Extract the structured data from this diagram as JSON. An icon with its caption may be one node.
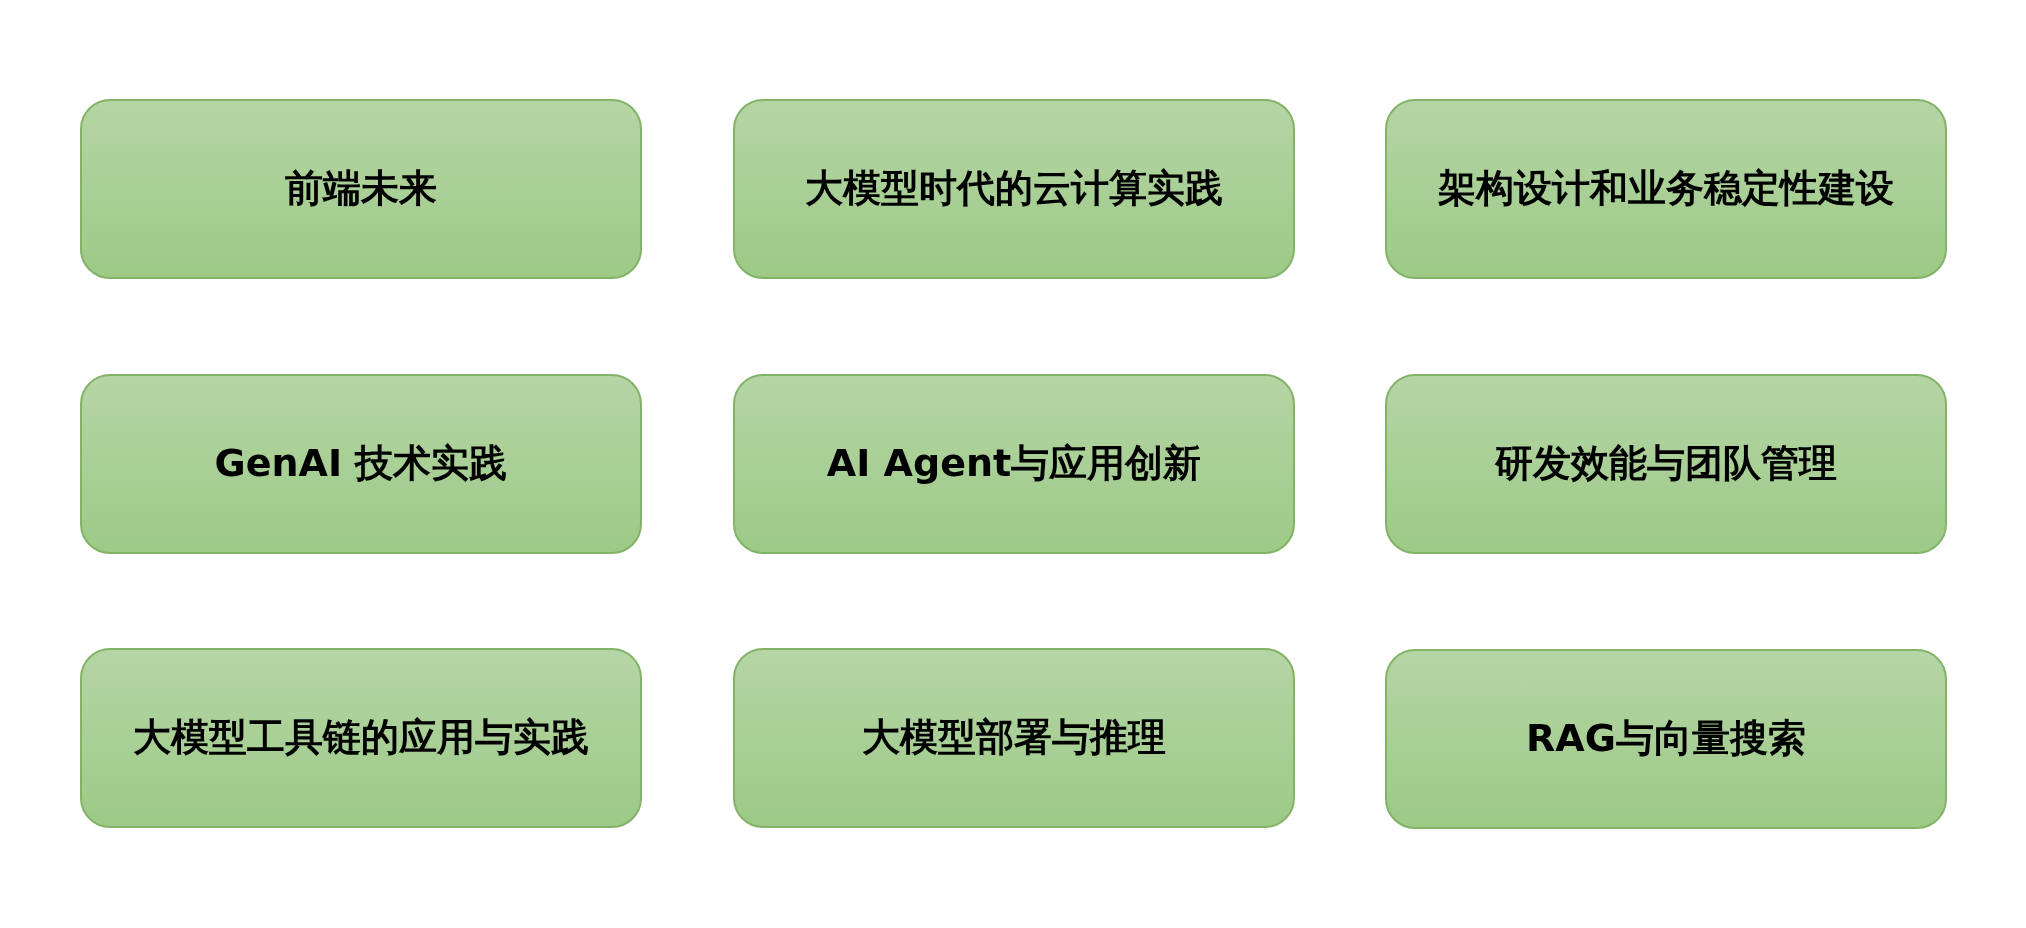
{
  "diagram": {
    "nodes": [
      {
        "text": [
          "前端未来"
        ]
      },
      {
        "text": [
          "大模型时代的云计算实践"
        ]
      },
      {
        "text": [
          "架构设计和业务稳定性建设"
        ]
      },
      {
        "text": [
          "GenAI 技术实践"
        ]
      },
      {
        "text": [
          "AI Agent与应用创新"
        ]
      },
      {
        "text": [
          "研发效能与团队管理"
        ]
      },
      {
        "text": [
          "大模型工具链的应用与实践"
        ]
      },
      {
        "text": [
          "大模型部署与推理"
        ]
      },
      {
        "text": [
          "RAG与向量搜索"
        ]
      }
    ]
  }
}
